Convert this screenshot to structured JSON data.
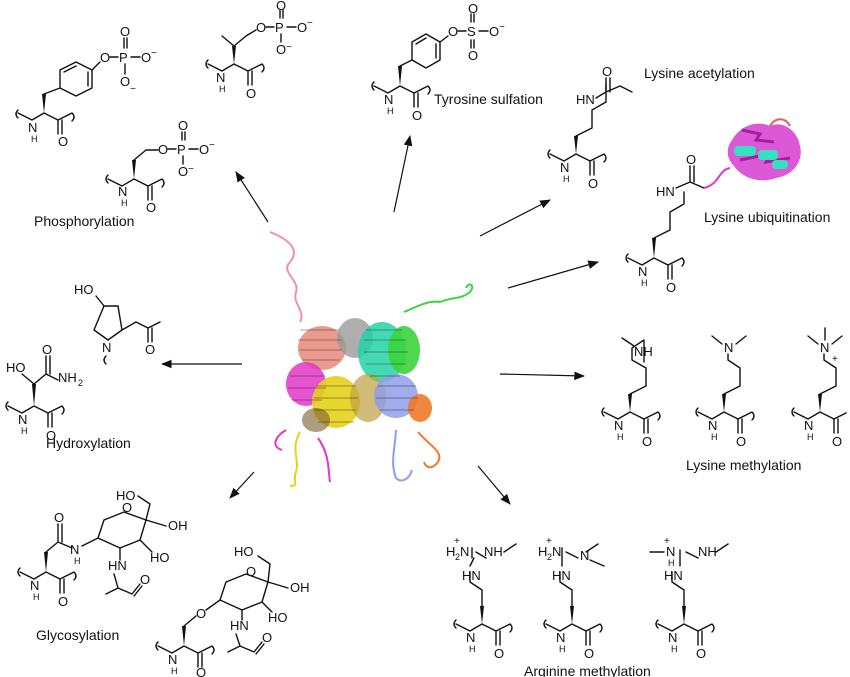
{
  "labels": {
    "phosphorylation": "Phosphorylation",
    "tyrosine_sulfation": "Tyrosine sulfation",
    "lysine_acetylation": "Lysine acetylation",
    "lysine_ubiquitination": "Lysine ubiquitination",
    "lysine_methylation": "Lysine methylation",
    "arginine_methylation": "Arginine methylation",
    "glycosylation": "Glycosylation",
    "hydroxylation": "Hydroxylation"
  },
  "atoms": {
    "O": "O",
    "P": "P",
    "S": "S",
    "N": "N",
    "H": "H",
    "NH": "NH",
    "HO": "HO",
    "OH": "OH",
    "HN": "HN",
    "NH2": "NH",
    "H2N": "H",
    "minus": "−",
    "plus": "+",
    "two": "2"
  },
  "colors": {
    "ink": "#111111",
    "protein_pink": "#f08fb0",
    "protein_magenta": "#e236c8",
    "protein_green": "#3cd43c",
    "protein_teal": "#22d3a6",
    "protein_yellow": "#e6d21a",
    "protein_blue": "#8f9de8",
    "protein_orange": "#f07a2a",
    "protein_salmon": "#e88a7a",
    "protein_grey": "#9a9a9a",
    "ubiquitin_magenta": "#d63bd0",
    "ubiquitin_cyan": "#36e0c0"
  }
}
